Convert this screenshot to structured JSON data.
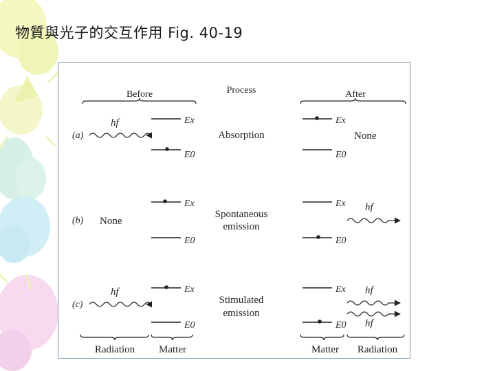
{
  "slide": {
    "title": "物質與光子的交互作用 Fig. 40-19"
  },
  "figure": {
    "headers": {
      "before": "Before",
      "process": "Process",
      "after": "After"
    },
    "rows": [
      {
        "label": "(a)",
        "process": [
          "Absorption"
        ],
        "before_photon": "hf",
        "before_text": "",
        "after_text": "None",
        "after_photon": ""
      },
      {
        "label": "(b)",
        "process": [
          "Spontaneous",
          "emission"
        ],
        "before_photon": "",
        "before_text": "None",
        "after_text": "",
        "after_photon": "hf"
      },
      {
        "label": "(c)",
        "process": [
          "Stimulated",
          "emission"
        ],
        "before_photon": "hf",
        "before_text": "",
        "after_text": "",
        "after_photon": "hf"
      }
    ],
    "levels": {
      "excited": "Ex",
      "ground": "E0"
    },
    "footer": {
      "left_radiation": "Radiation",
      "left_matter": "Matter",
      "right_matter": "Matter",
      "right_radiation": "Radiation"
    }
  },
  "colors": {
    "bubble_yellow": "#f1f5b4",
    "bubble_green": "#cfeee3",
    "bubble_cyan": "#c9ecf6",
    "bubble_pink": "#f6d3ee",
    "panel_border": "#7d98a8"
  }
}
